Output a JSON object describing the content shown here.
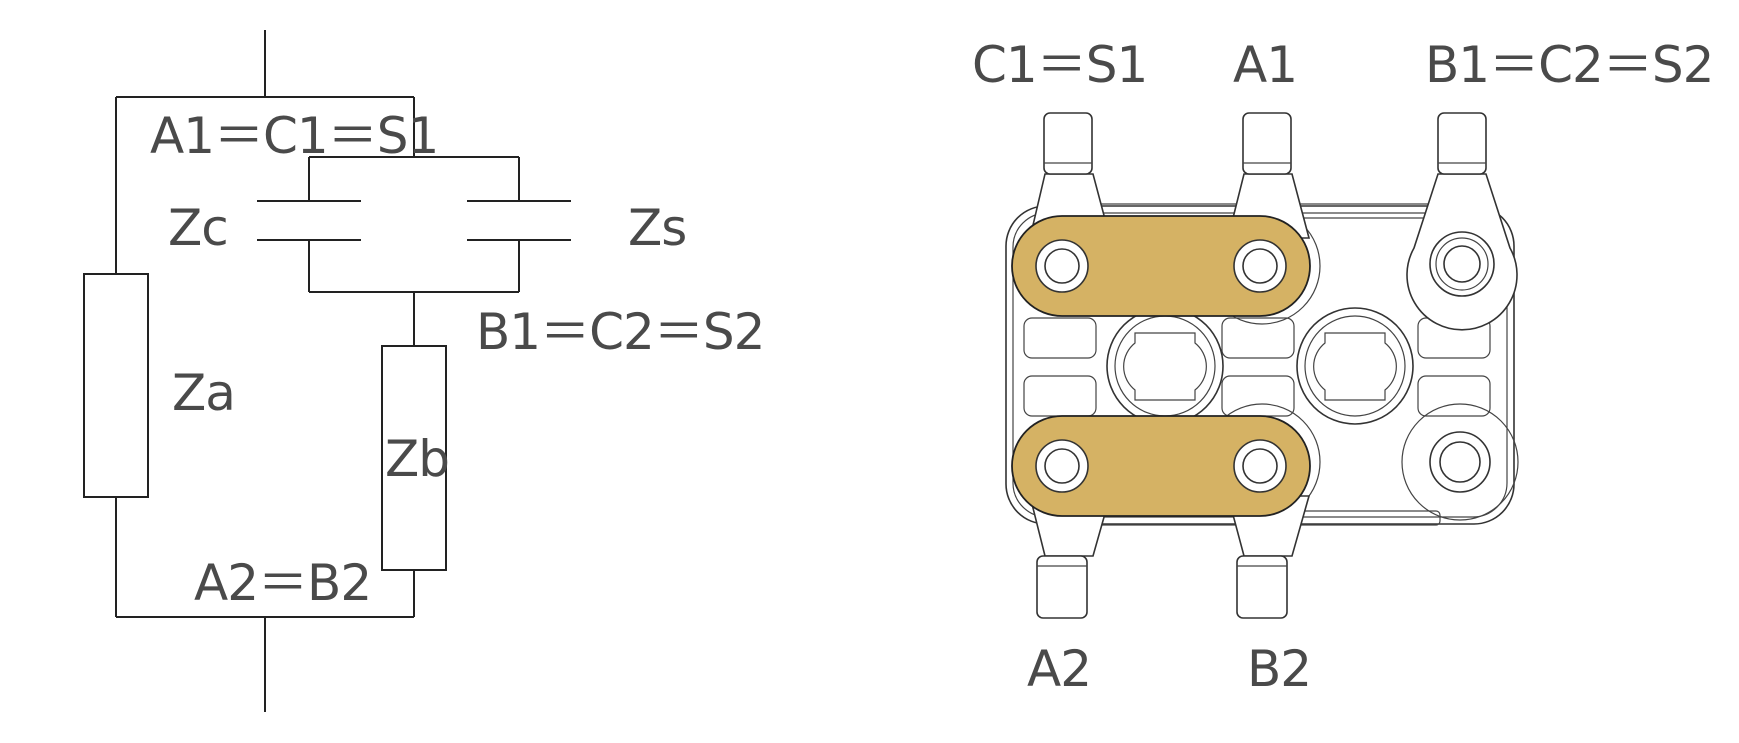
{
  "circuit": {
    "top_node_label": "A1＝C1＝S1",
    "zc_label": "Zc",
    "zs_label": "Zs",
    "mid_node_label": "B1＝C2＝S2",
    "za_label": "Za",
    "zb_label": "Zb",
    "bottom_node_label": "A2＝B2"
  },
  "terminal_block": {
    "top_left_label": "C1＝S1",
    "top_mid_label": "A1",
    "top_right_label": "B1＝C2＝S2",
    "bottom_left_label": "A2",
    "bottom_mid_label": "B2",
    "link_color": "#d5b264"
  }
}
